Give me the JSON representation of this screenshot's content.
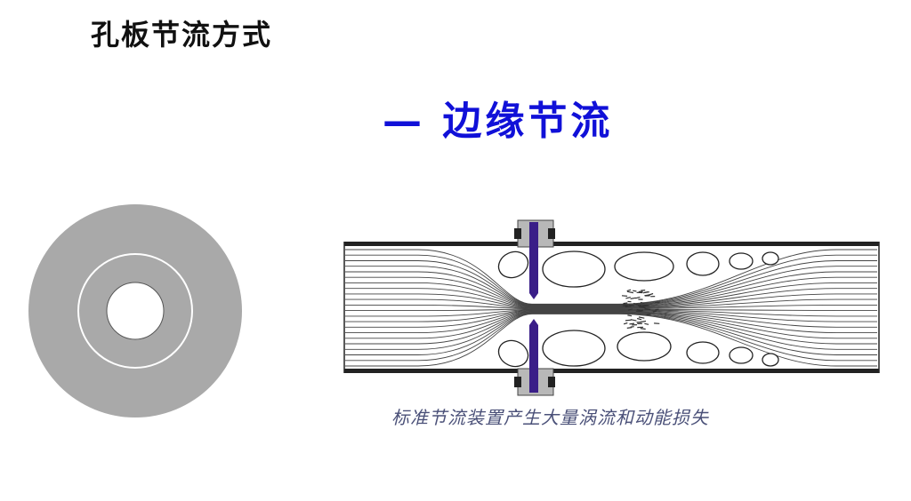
{
  "title": "孔板节流方式",
  "subtitle": "— 边缘节流",
  "caption": "标准节流装置产生大量涡流和动能损失",
  "colors": {
    "orifice_gray": "#a9a9a9",
    "plate_blue": "#3a1e88",
    "subtitle_blue": "#1010d8",
    "caption_text": "#4a5078"
  }
}
